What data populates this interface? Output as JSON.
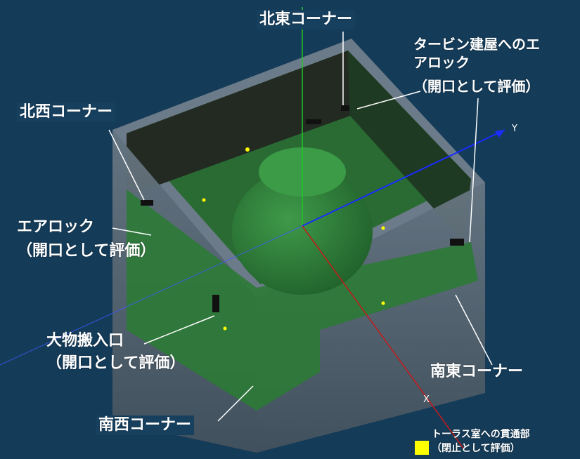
{
  "labels": {
    "ne_corner": "北東コーナー",
    "turbine_airlock_line1": "タービン建屋へのエ",
    "turbine_airlock_line2": "アロック",
    "turbine_airlock_line3": "（開口として評価）",
    "nw_corner": "北西コーナー",
    "airlock_line1": "エアロック",
    "airlock_line2": "（開口として評価）",
    "large_entrance_line1": "大物搬入口",
    "large_entrance_line2": "（開口として評価）",
    "se_corner": "南東コーナー",
    "sw_corner": "南西コーナー"
  },
  "axes": {
    "y_label": "Y",
    "x_label": "X"
  },
  "legend": {
    "line1": "トーラス室への貫通部",
    "line2": "（閉止として評価）",
    "swatch_color": "#ffff00"
  },
  "colors": {
    "background": "#133a56",
    "building_shell": "#5a6b78",
    "floor_green": "#2f8a3c",
    "axis_blue": "#1a2cff",
    "axis_green": "#21c42b",
    "axis_red": "#c41a1a"
  }
}
